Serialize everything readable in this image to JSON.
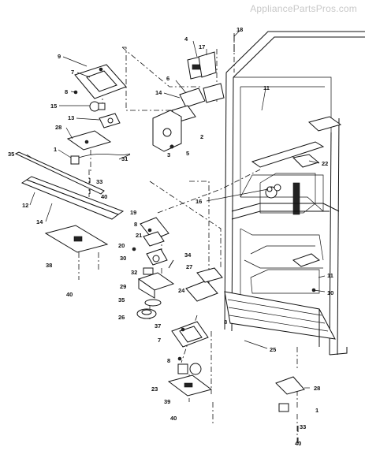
{
  "watermark": "AppliancePartsPros.com",
  "callouts": [
    {
      "id": "c18",
      "text": "18"
    },
    {
      "id": "c4",
      "text": "4"
    },
    {
      "id": "c17",
      "text": "17"
    },
    {
      "id": "c9",
      "text": "9"
    },
    {
      "id": "c7a",
      "text": "7"
    },
    {
      "id": "c6",
      "text": "6"
    },
    {
      "id": "c8a",
      "text": "8"
    },
    {
      "id": "c14a",
      "text": "14"
    },
    {
      "id": "c11a",
      "text": "11"
    },
    {
      "id": "c15",
      "text": "15"
    },
    {
      "id": "c13",
      "text": "13"
    },
    {
      "id": "c2",
      "text": "2"
    },
    {
      "id": "c28a",
      "text": "28"
    },
    {
      "id": "c3",
      "text": "3"
    },
    {
      "id": "c5",
      "text": "5"
    },
    {
      "id": "c1a",
      "text": "1"
    },
    {
      "id": "c31",
      "text": "31"
    },
    {
      "id": "c35a",
      "text": "35"
    },
    {
      "id": "c22",
      "text": "22"
    },
    {
      "id": "c33a",
      "text": "33"
    },
    {
      "id": "c40a",
      "text": "40"
    },
    {
      "id": "c12",
      "text": "12"
    },
    {
      "id": "c14b",
      "text": "14"
    },
    {
      "id": "c16",
      "text": "16"
    },
    {
      "id": "c19",
      "text": "19"
    },
    {
      "id": "c8b",
      "text": "8"
    },
    {
      "id": "c21",
      "text": "21"
    },
    {
      "id": "c20",
      "text": "20"
    },
    {
      "id": "c38",
      "text": "38"
    },
    {
      "id": "c30",
      "text": "30"
    },
    {
      "id": "c34",
      "text": "34"
    },
    {
      "id": "c32",
      "text": "32"
    },
    {
      "id": "c27",
      "text": "27"
    },
    {
      "id": "c11b",
      "text": "11"
    },
    {
      "id": "c40b",
      "text": "40"
    },
    {
      "id": "c29",
      "text": "29"
    },
    {
      "id": "c24",
      "text": "24"
    },
    {
      "id": "c10",
      "text": "10"
    },
    {
      "id": "c35b",
      "text": "35"
    },
    {
      "id": "c26",
      "text": "26"
    },
    {
      "id": "c8c",
      "text": "8"
    },
    {
      "id": "c37",
      "text": "37"
    },
    {
      "id": "c7b",
      "text": "7"
    },
    {
      "id": "c25",
      "text": "25"
    },
    {
      "id": "c8d",
      "text": "8"
    },
    {
      "id": "c23",
      "text": "23"
    },
    {
      "id": "c28b",
      "text": "28"
    },
    {
      "id": "c39",
      "text": "39"
    },
    {
      "id": "c1b",
      "text": "1"
    },
    {
      "id": "c40c",
      "text": "40"
    },
    {
      "id": "c33b",
      "text": "33"
    },
    {
      "id": "c40d",
      "text": "40"
    }
  ]
}
